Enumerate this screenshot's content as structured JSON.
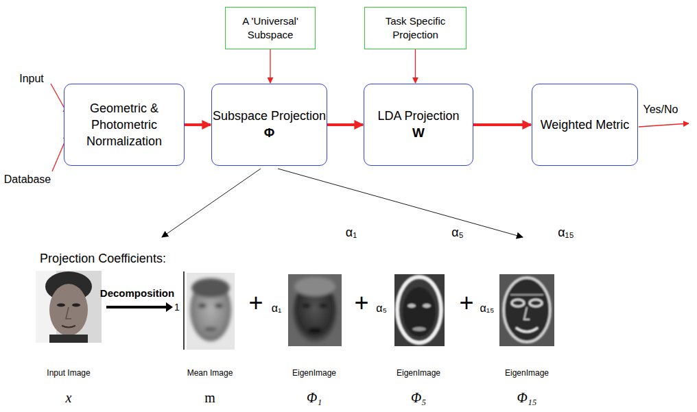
{
  "diagram": {
    "nodes": [
      {
        "text": [
          "A 'Universal' Subspace"
        ]
      },
      {
        "text": [
          "Task Specific Projection"
        ]
      },
      {
        "text": [
          "Geometric & Photometric Normalization"
        ]
      },
      {
        "text": [
          "Subspace Projection",
          "Φ"
        ]
      },
      {
        "text": [
          "LDA Projection",
          "W"
        ]
      },
      {
        "text": [
          "Weighted Metric"
        ]
      }
    ],
    "edges": [
      {
        "from": 0,
        "to": 3,
        "arrow": "to"
      },
      {
        "from": 1,
        "to": 4,
        "arrow": "to"
      },
      {
        "from": 2,
        "to": 3,
        "arrow": "to"
      },
      {
        "from": 3,
        "to": 4,
        "arrow": "to"
      },
      {
        "from": 4,
        "to": 5,
        "arrow": "to"
      }
    ],
    "labels": [
      "Input",
      "Database",
      "Yes/No",
      "Projection Coefficients:",
      "α₁",
      "α₅",
      "α₁₅",
      "Decomposition",
      "1",
      "+",
      "α₁",
      "+",
      "α₅",
      "+",
      "α₁₅",
      "Input Image",
      "Mean Image",
      "EigenImage",
      "EigenImage",
      "EigenImage",
      "x",
      "m",
      "Φ₁",
      "Φ₅",
      "Φ₁₅"
    ]
  }
}
